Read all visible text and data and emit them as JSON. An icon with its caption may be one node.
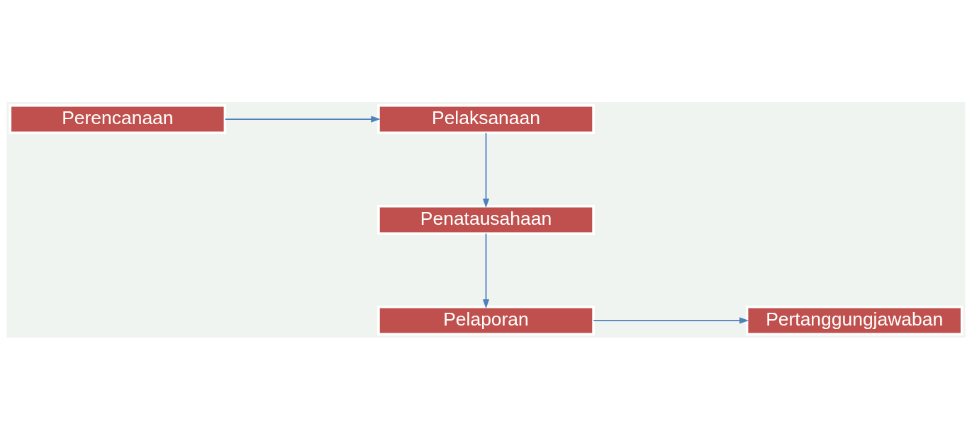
{
  "diagram": {
    "nodes": [
      {
        "text": [
          "Perencanaan"
        ]
      },
      {
        "text": [
          "Pelaksanaan"
        ]
      },
      {
        "text": [
          "Penatausahaan"
        ]
      },
      {
        "text": [
          "Pelaporan"
        ]
      },
      {
        "text": [
          "Pertanggungjawaban"
        ]
      }
    ],
    "edges": [
      {
        "from": 0,
        "to": 1,
        "arrow": "to"
      },
      {
        "from": 1,
        "to": 2,
        "arrow": "to"
      },
      {
        "from": 2,
        "to": 3,
        "arrow": "to"
      },
      {
        "from": 3,
        "to": 4,
        "arrow": "to"
      }
    ]
  }
}
